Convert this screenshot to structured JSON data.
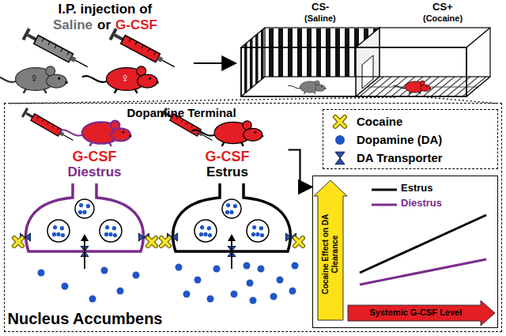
{
  "diagram": {
    "nodes": [
      {
        "text": [
          "I.P. injection of",
          "Saline",
          "or",
          "G-CSF"
        ]
      },
      {
        "text": [
          "CS-",
          "(Saline)",
          "CS+",
          "(Cocaine)"
        ]
      },
      {
        "text": [
          "Dopamine Terminal",
          "Nucleus Accumbens"
        ]
      },
      {
        "text": [
          "G-CSF",
          "Diestrus"
        ],
        "in": 2
      },
      {
        "text": [
          "G-CSF",
          "Estrus"
        ],
        "in": 2
      },
      {
        "text": [
          "Estrus",
          "Diestrus",
          "Cocaine Effect on DA Clearance",
          "Systemic G-CSF Level"
        ],
        "in": 2
      }
    ],
    "edges": [
      {
        "from": 0,
        "to": 1,
        "arrow": "to"
      },
      {
        "from": 4,
        "to": 5,
        "arrow": "to"
      }
    ],
    "labels": [
      "♀",
      "♀"
    ],
    "legend": [
      {
        "text": "Cocaine"
      },
      {
        "text": "Dopamine (DA)"
      },
      {
        "text": "DA Transporter"
      }
    ]
  }
}
